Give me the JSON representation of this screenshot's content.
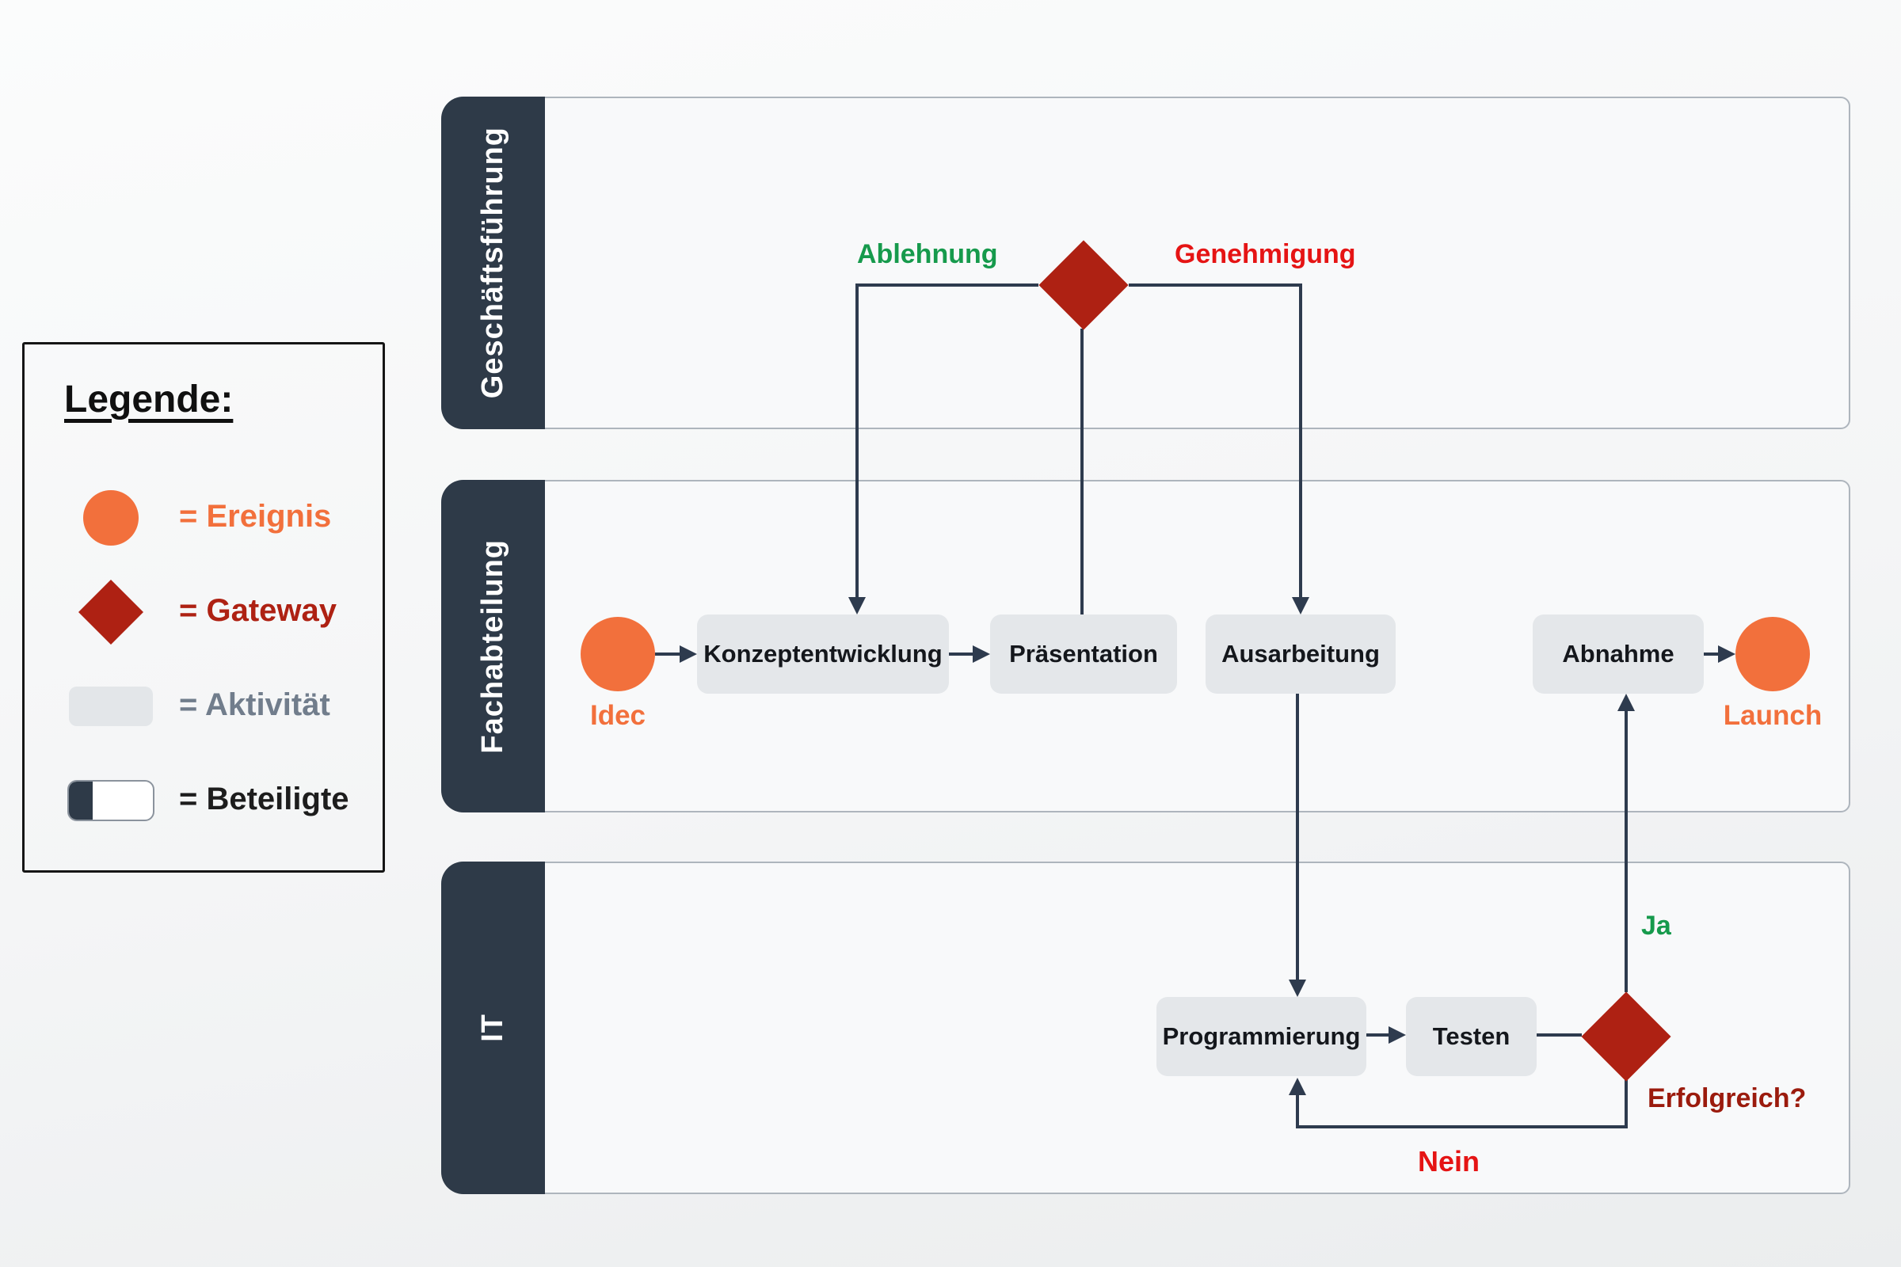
{
  "legend": {
    "title": "Legende:",
    "items": [
      {
        "symbol": "event-circle",
        "label": "= Ereignis"
      },
      {
        "symbol": "gateway-diamond",
        "label": "= Gateway"
      },
      {
        "symbol": "activity-rect",
        "label": "= Aktivität"
      },
      {
        "symbol": "lane-rect",
        "label": "= Beteiligte"
      }
    ]
  },
  "lanes": [
    {
      "label": "Geschäftsführung"
    },
    {
      "label": "Fachabteilung"
    },
    {
      "label": "IT"
    }
  ],
  "nodes": {
    "start": {
      "type": "event",
      "label": "Idec"
    },
    "konzeptentwicklung": {
      "type": "activity",
      "label": "Konzeptentwicklung"
    },
    "praesentation": {
      "type": "activity",
      "label": "Präsentation"
    },
    "ausarbeitung": {
      "type": "activity",
      "label": "Ausarbeitung"
    },
    "abnahme": {
      "type": "activity",
      "label": "Abnahme"
    },
    "programmierung": {
      "type": "activity",
      "label": "Programmierung"
    },
    "testen": {
      "type": "activity",
      "label": "Testen"
    },
    "approval_gateway": {
      "type": "gateway",
      "label": ""
    },
    "success_gateway": {
      "type": "gateway",
      "label": "Erfolgreich?"
    },
    "end": {
      "type": "event",
      "label": "Launch"
    }
  },
  "edge_labels": {
    "ablehnung": "Ablehnung",
    "genehmigung": "Genehmigung",
    "ja": "Ja",
    "nein": "Nein"
  },
  "flows": [
    {
      "from": "start",
      "to": "konzeptentwicklung"
    },
    {
      "from": "konzeptentwicklung",
      "to": "praesentation"
    },
    {
      "from": "praesentation",
      "to": "approval_gateway"
    },
    {
      "from": "approval_gateway",
      "to": "konzeptentwicklung",
      "label": "Ablehnung"
    },
    {
      "from": "approval_gateway",
      "to": "ausarbeitung",
      "label": "Genehmigung"
    },
    {
      "from": "ausarbeitung",
      "to": "programmierung"
    },
    {
      "from": "programmierung",
      "to": "testen"
    },
    {
      "from": "testen",
      "to": "success_gateway"
    },
    {
      "from": "success_gateway",
      "to": "abnahme",
      "label": "Ja"
    },
    {
      "from": "success_gateway",
      "to": "programmierung",
      "label": "Nein"
    },
    {
      "from": "abnahme",
      "to": "end"
    }
  ],
  "colors": {
    "event": "#f2703c",
    "gateway": "#ae2113",
    "activity_fill": "#e4e7ea",
    "lane_bar": "#2e3a48",
    "connector": "#2e3b4e",
    "positive": "#169a4c",
    "negative": "#e51414",
    "gateway_question": "#9b1b0d"
  }
}
